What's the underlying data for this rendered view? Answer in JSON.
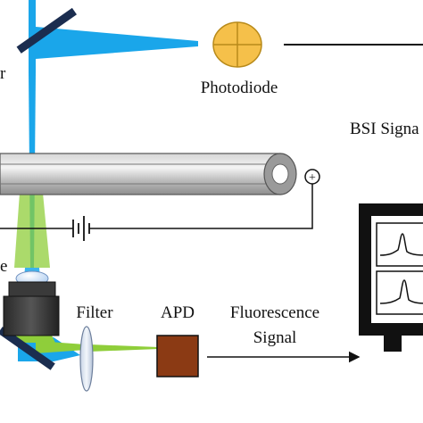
{
  "labels": {
    "photodiode": "Photodiode",
    "bsi_signal": "BSI Signa",
    "filter": "Filter",
    "apd": "APD",
    "fluorescence_line1": "Fluorescence",
    "fluorescence_line2": "Signal",
    "left_edge_top": "r",
    "left_edge_mid": "e",
    "plus_sign": "+"
  },
  "colors": {
    "laser_blue": "#1aa6ea",
    "fluorescence_green": "#8fce3a",
    "photodiode_fill": "#f5c04a",
    "photodiode_edge": "#b88a1a",
    "apd_fill": "#8b3a14",
    "capillary": "#a9a9a9",
    "monitor_frame": "#111111",
    "screen": "#ffffff"
  },
  "icons": {
    "photodiode": "circle-crosshair-icon",
    "polarity": "plus-terminal-icon",
    "battery": "battery-icon",
    "lens": "biconvex-lens-icon",
    "objective": "microscope-objective-icon",
    "monitor": "monitor-icon"
  }
}
